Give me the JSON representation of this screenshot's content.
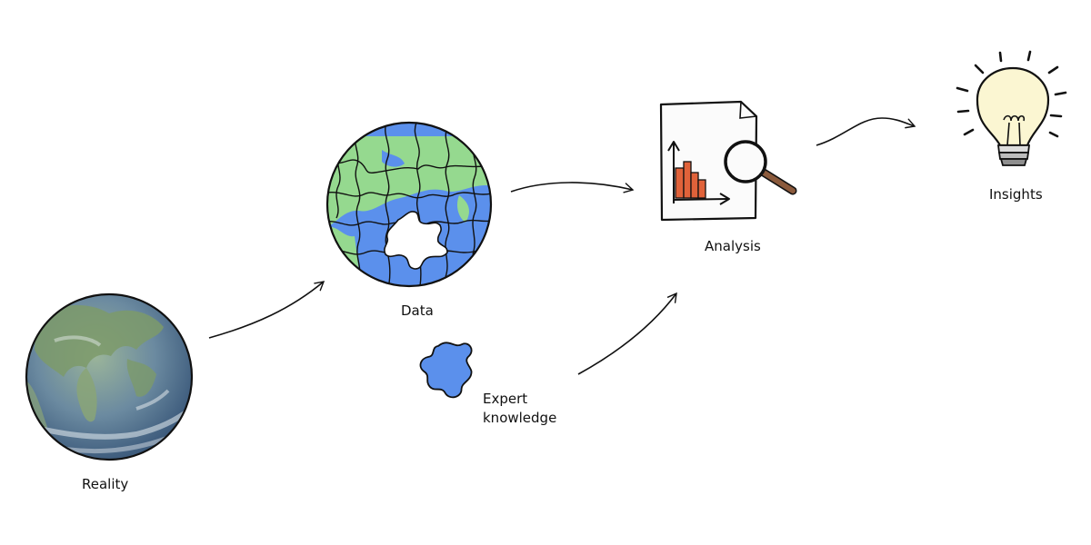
{
  "nodes": {
    "reality": {
      "label": "Reality"
    },
    "data": {
      "label": "Data"
    },
    "analysis": {
      "label": "Analysis"
    },
    "insights": {
      "label": "Insights"
    },
    "expert": {
      "label_line1": "Expert",
      "label_line2": "knowledge"
    }
  },
  "edges": [
    {
      "from": "reality",
      "to": "data"
    },
    {
      "from": "data",
      "to": "analysis"
    },
    {
      "from": "analysis",
      "to": "insights"
    },
    {
      "from": "expert",
      "to": "analysis"
    }
  ],
  "icons": {
    "reality": "earth-globe-icon",
    "data": "puzzle-globe-icon",
    "analysis": "chart-document-magnifier-icon",
    "insights": "lightbulb-icon",
    "expert": "puzzle-piece-icon"
  },
  "colors": {
    "puzzle_land": "#95d98f",
    "puzzle_water": "#5b90ec",
    "expert_piece": "#5b90ec",
    "chart_bars": "#e0623a",
    "bulb_glass": "#fbf6d2",
    "magnifier_handle": "#8b5a3c",
    "outline": "#111111"
  }
}
